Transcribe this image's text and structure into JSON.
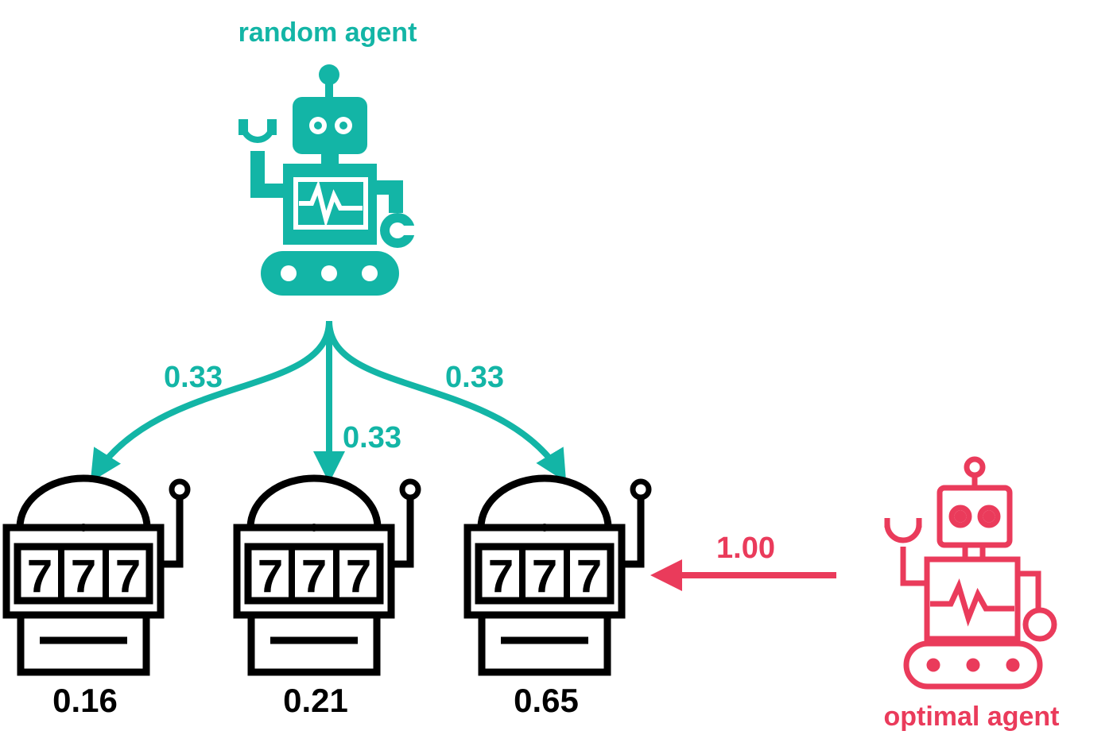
{
  "colors": {
    "random": "#13b5a6",
    "optimal": "#ea3b5b",
    "machine": "#000000"
  },
  "agents": {
    "random": {
      "label": "random agent",
      "icon": "robot-icon"
    },
    "optimal": {
      "label": "optimal agent",
      "icon": "robot-outline-icon"
    }
  },
  "machines": [
    {
      "icon": "slot-machine-icon",
      "reel": "777",
      "payout": "0.16"
    },
    {
      "icon": "slot-machine-icon",
      "reel": "777",
      "payout": "0.21"
    },
    {
      "icon": "slot-machine-icon",
      "reel": "777",
      "payout": "0.65"
    }
  ],
  "edges": {
    "random": [
      {
        "to": 0,
        "prob": "0.33"
      },
      {
        "to": 1,
        "prob": "0.33"
      },
      {
        "to": 2,
        "prob": "0.33"
      }
    ],
    "optimal": [
      {
        "to": 2,
        "prob": "1.00"
      }
    ]
  }
}
